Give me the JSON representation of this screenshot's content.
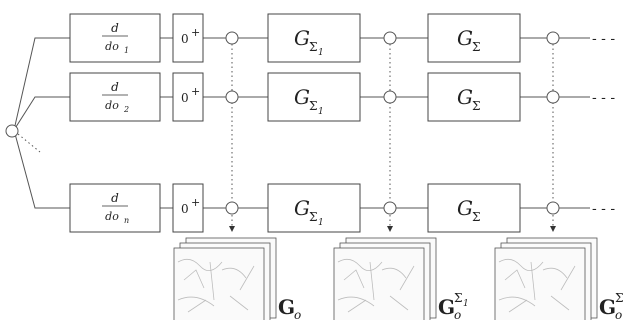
{
  "derivative": {
    "numerator": "d",
    "denominator_prefix": "do",
    "subscripts": [
      "1",
      "2",
      "n"
    ]
  },
  "rectifier": {
    "zero": "0",
    "plus": "+"
  },
  "operators": {
    "g_sigma_1": {
      "base": "G",
      "sub_sigma": "Σ",
      "sub_index": "1"
    },
    "g_sigma": {
      "base": "G",
      "sub_sigma": "Σ"
    }
  },
  "continuation": "- - -",
  "outputs": [
    {
      "base": "G",
      "sub": "o",
      "sup": ""
    },
    {
      "base": "G",
      "sub": "o",
      "sup": "Σ",
      "sup_index": "1"
    },
    {
      "base": "G",
      "sub": "o",
      "sup": "Σ",
      "sup_index": ""
    }
  ]
}
